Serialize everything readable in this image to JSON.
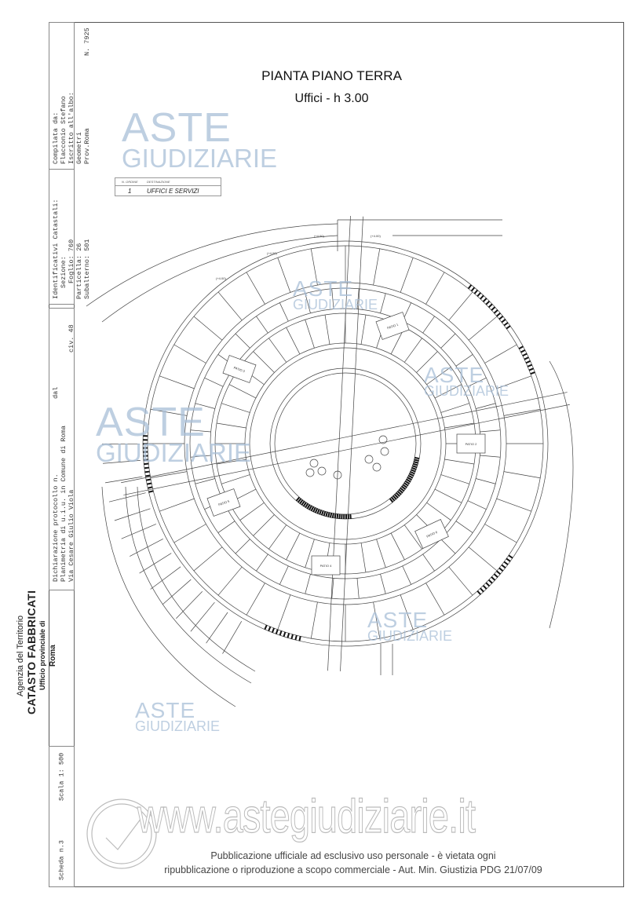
{
  "header": {
    "title": "PIANTA PIANO TERRA",
    "subtitle": "Uffici - h 3.00"
  },
  "legend": {
    "col1": "N. ORDINE",
    "col2": "DESTINAZIONE",
    "rows": [
      {
        "n": "1",
        "dest": "UFFICI E SERVIZI"
      }
    ]
  },
  "sidebar": {
    "compilata": [
      "Compilata da:",
      "Flacconio Stefano",
      "Iscritto all'albo:",
      "Geometri",
      "Prov.Roma"
    ],
    "albo_num": "N. 7925",
    "identificativi": [
      "Identificativi Catastali:",
      "Sezione:",
      "Foglio: 760",
      "Particella: 26",
      "Subalterno: 501"
    ],
    "dichiarazione": {
      "line1": "Dichiarazione protocollo n.",
      "dal": "dal",
      "line2": "Planimetria di u.i.u. in Comune di Roma",
      "line3": "Via Cesare Giulio Viola",
      "civ": "civ.  48"
    },
    "agency": {
      "line1": "Agenzia del Territorio",
      "line2": "CATASTO FABBRICATI",
      "line3": "Ufficio provinciale di",
      "line4": "Roma"
    },
    "scheda": "Scheda n.3",
    "scala": "Scala 1: 500"
  },
  "plan": {
    "patios": [
      "PATIO 1",
      "PATIO 2",
      "PATIO 3",
      "PATIO 4",
      "PATIO 5",
      "PATIO 6"
    ],
    "levels": [
      "(+4.00)",
      "(+4.00)",
      "(+4.00)",
      "(+4.00)"
    ]
  },
  "watermark": {
    "line1": "ASTE",
    "line2": "GIUDIZIARIE",
    "url": "www.astegiudiziarie.it"
  },
  "footer": {
    "line1": "Pubblicazione ufficiale ad esclusivo uso personale - è vietata ogni",
    "line2": "ripubblicazione o riproduzione a scopo commerciale - Aut. Min. Giustizia PDG 21/07/09"
  }
}
